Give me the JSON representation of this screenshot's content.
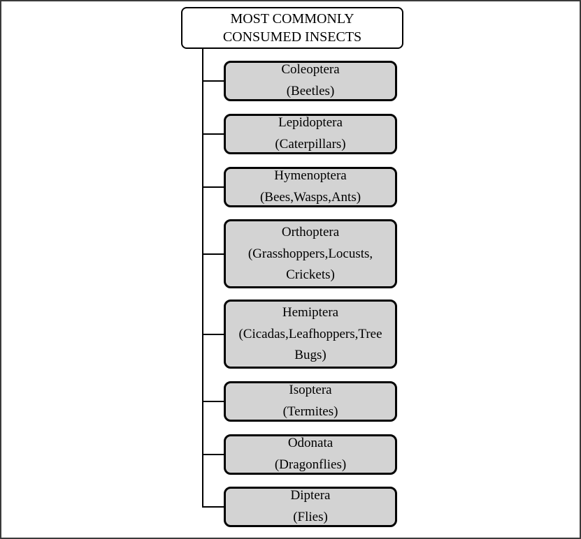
{
  "diagram": {
    "title": "MOST COMMONLY CONSUMED INSECTS",
    "boxes": [
      {
        "name": "Coleoptera",
        "common": "(Beetles)"
      },
      {
        "name": "Lepidoptera",
        "common": "(Caterpillars)"
      },
      {
        "name": "Hymenoptera",
        "common": "(Bees,Wasps,Ants)"
      },
      {
        "name": "Orthoptera",
        "common": "(Grasshoppers,Locusts, Crickets)"
      },
      {
        "name": "Hemiptera",
        "common": "(Cicadas,Leafhoppers,Tree Bugs)"
      },
      {
        "name": "Isoptera",
        "common": "(Termites)"
      },
      {
        "name": "Odonata",
        "common": "(Dragonflies)"
      },
      {
        "name": "Diptera",
        "common": "(Flies)"
      }
    ],
    "colors": {
      "node_fill": "#d3d3d3",
      "node_border": "#000000",
      "root_fill": "#ffffff",
      "connector": "#000000"
    }
  }
}
